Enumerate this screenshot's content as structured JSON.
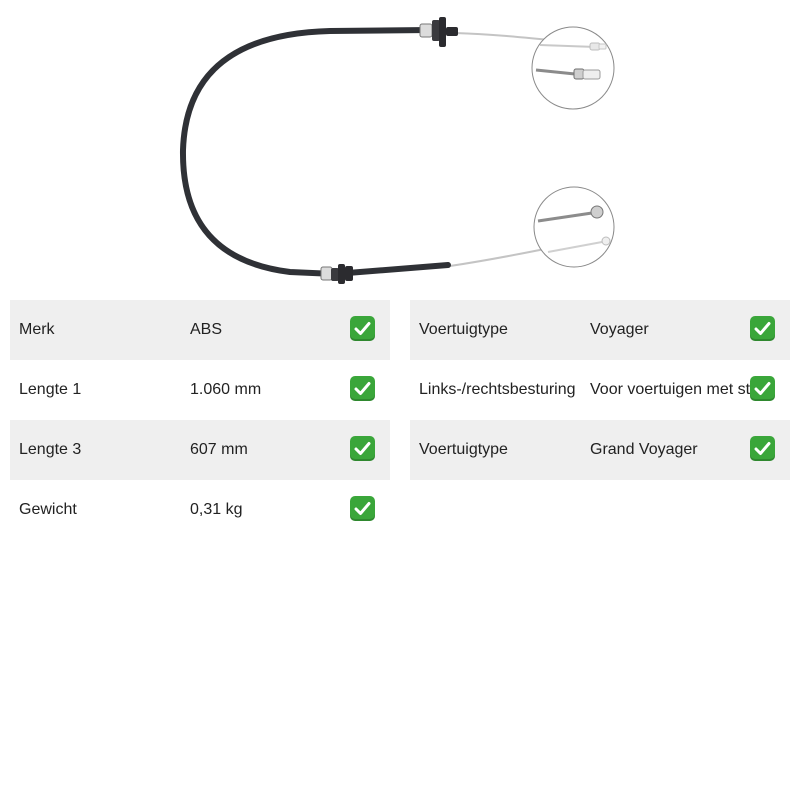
{
  "product_image": {
    "name": "cable-with-detail-insets-image",
    "colors": {
      "cable_sheath": "#2f3136",
      "inner_wire": "#bcbcbc",
      "inset_border": "#8a8a8a",
      "fitting": "#d9d9d9"
    }
  },
  "specs_left": [
    {
      "label": "Merk",
      "value": "ABS",
      "icon": "check-icon"
    },
    {
      "label": "Lengte 1",
      "value": "1.060 mm",
      "icon": "check-icon"
    },
    {
      "label": "Lengte 3",
      "value": "607 mm",
      "icon": "check-icon"
    },
    {
      "label": "Gewicht",
      "value": "0,31 kg",
      "icon": "check-icon"
    }
  ],
  "specs_right": [
    {
      "label": "Voertuigtype",
      "value": "Voyager",
      "icon": "check-icon"
    },
    {
      "label": "Links-/rechtsbesturing",
      "value": "Voor voertuigen met stuur",
      "icon": "check-icon"
    },
    {
      "label": "Voertuigtype",
      "value": "Grand Voyager",
      "icon": "check-icon"
    }
  ],
  "colors": {
    "row_shade": "#efefef",
    "check_green": "#3aa63a",
    "text": "#222222"
  }
}
